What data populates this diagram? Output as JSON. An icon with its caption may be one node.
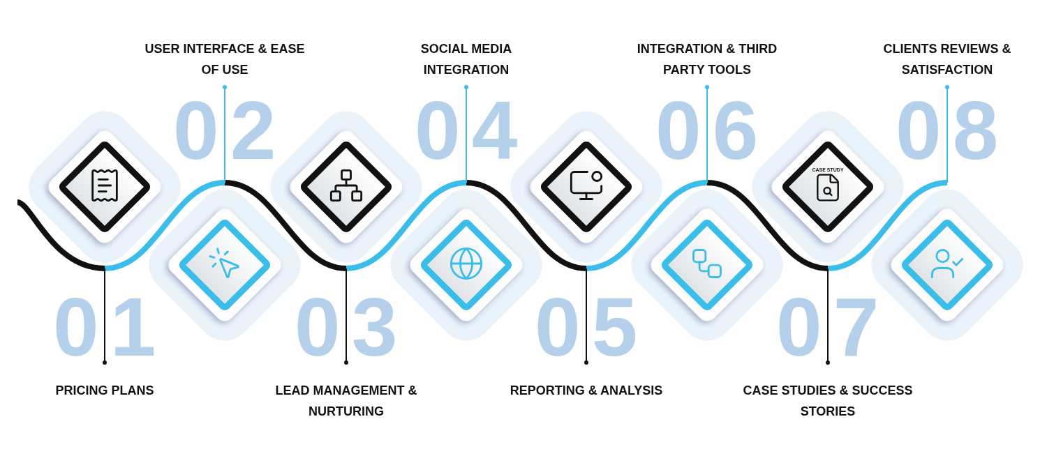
{
  "diagram": {
    "nodes": [
      {
        "text": [
          "PRICING PLANS"
        ]
      },
      {
        "text": [
          "USER INTERFACE & EASE OF USE"
        ]
      },
      {
        "text": [
          "LEAD MANAGEMENT & NURTURING"
        ]
      },
      {
        "text": [
          "SOCIAL MEDIA INTEGRATION"
        ]
      },
      {
        "text": [
          "REPORTING & ANALYSIS"
        ]
      },
      {
        "text": [
          "INTEGRATION & THIRD PARTY TOOLS"
        ]
      },
      {
        "text": [
          "CASE STUDIES & SUCCESS STORIES"
        ]
      },
      {
        "text": [
          "CLIENTS REVIEWS & SATISFACTION"
        ]
      }
    ],
    "edges": [
      {
        "from": 0,
        "to": null,
        "arrow": "other"
      },
      {
        "from": 1,
        "to": null,
        "arrow": "other",
        "color": "#3bbdea"
      },
      {
        "from": 2,
        "to": null,
        "arrow": "other"
      },
      {
        "from": 3,
        "to": null,
        "arrow": "other",
        "color": "#3bbdea"
      },
      {
        "from": 4,
        "to": null,
        "arrow": "other"
      },
      {
        "from": 5,
        "to": null,
        "arrow": "other",
        "color": "#3bbdea"
      },
      {
        "from": 6,
        "to": null,
        "arrow": "other"
      },
      {
        "from": 7,
        "to": null,
        "arrow": "other",
        "color": "#3bbdea"
      }
    ],
    "labels": [
      "01",
      "02",
      "03",
      "04",
      "05",
      "06",
      "07",
      "08",
      "CASE STUDY"
    ]
  }
}
